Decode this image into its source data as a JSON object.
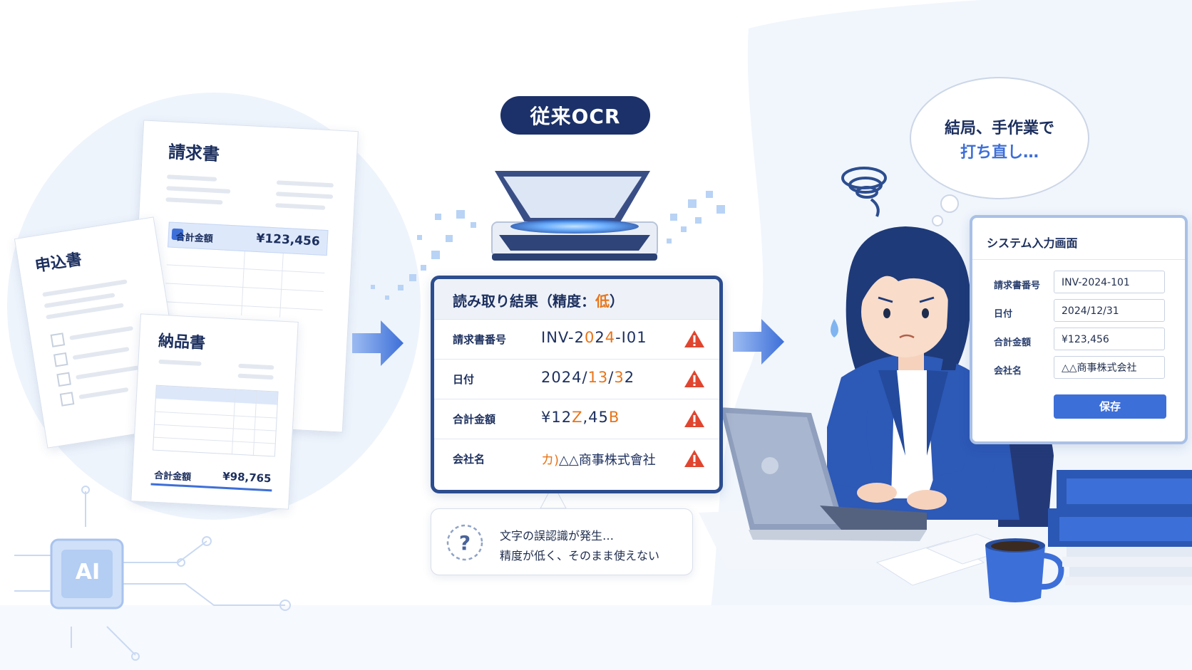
{
  "documents": {
    "invoice": {
      "title": "請求書",
      "total_label": "合計金額",
      "total_value": "¥123,456"
    },
    "application": {
      "title": "申込書"
    },
    "delivery": {
      "title": "納品書",
      "total_label": "合計金額",
      "total_value": "¥98,765"
    }
  },
  "ai_chip_label": "AI",
  "ocr_badge": "従来OCR",
  "ocr_result": {
    "title_prefix": "読み取り結果（精度：",
    "title_low": "低",
    "title_suffix": "）",
    "rows": [
      {
        "label": "請求書番号",
        "value_parts": [
          "INV-2",
          "0",
          "2",
          "4",
          "-I0",
          "1"
        ]
      },
      {
        "label": "日付",
        "value_parts": [
          "2024/",
          "13",
          "/",
          "3",
          "2"
        ]
      },
      {
        "label": "合計金額",
        "value_parts": [
          "¥12",
          "Z",
          ",45",
          "B"
        ]
      },
      {
        "label": "会社名",
        "value_parts": [
          "カ)",
          "△△商事株式會社"
        ]
      }
    ]
  },
  "ocr_note": {
    "line1": "文字の誤認識が発生…",
    "line2": "精度が低く、そのまま使えない",
    "icon": "question-icon"
  },
  "thought_bubble": {
    "line1": "結局、手作業で",
    "line2": "打ち直し…"
  },
  "system_form": {
    "title": "システム入力画面",
    "fields": [
      {
        "label": "請求書番号",
        "value": "INV-2024-101"
      },
      {
        "label": "日付",
        "value": "2024/12/31"
      },
      {
        "label": "合計金額",
        "value": "¥123,456"
      },
      {
        "label": "会社名",
        "value": "△△商事株式会社"
      }
    ],
    "save_label": "保存"
  },
  "colors": {
    "navy": "#1c3169",
    "accent_blue": "#3d6fd8",
    "error_orange": "#e8751a",
    "warning_red": "#e0452f"
  }
}
